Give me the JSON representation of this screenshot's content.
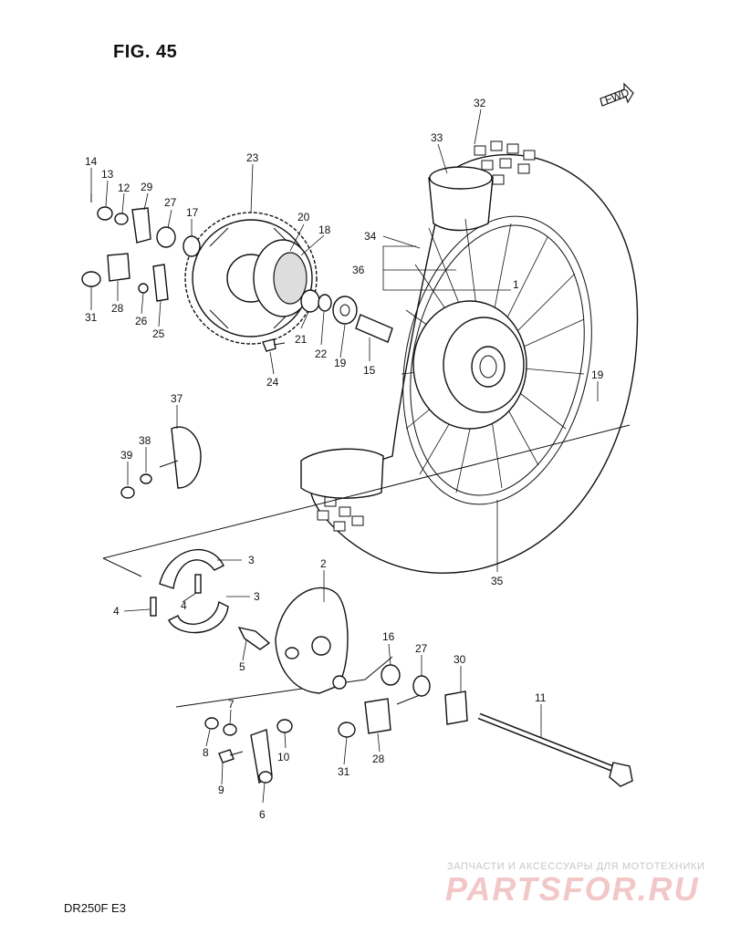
{
  "figure": {
    "title": "FIG. 45",
    "model": "DR250F  E3",
    "fwd_label": "FWD"
  },
  "callouts": [
    "1",
    "2",
    "3",
    "3",
    "4",
    "4",
    "5",
    "6",
    "7",
    "8",
    "9",
    "10",
    "11",
    "12",
    "13",
    "14",
    "15",
    "16",
    "17",
    "18",
    "19",
    "19",
    "20",
    "21",
    "22",
    "23",
    "24",
    "25",
    "26",
    "27",
    "27",
    "28",
    "28",
    "29",
    "30",
    "31",
    "31",
    "32",
    "33",
    "34",
    "35",
    "36",
    "37",
    "38",
    "39"
  ],
  "watermark": {
    "caption": "ЗАПЧАСТИ И АКСЕССУАРЫ ДЛЯ МОТОТЕХНИКИ",
    "logo": "PARTSFOR.RU",
    "color": "#e03030"
  }
}
